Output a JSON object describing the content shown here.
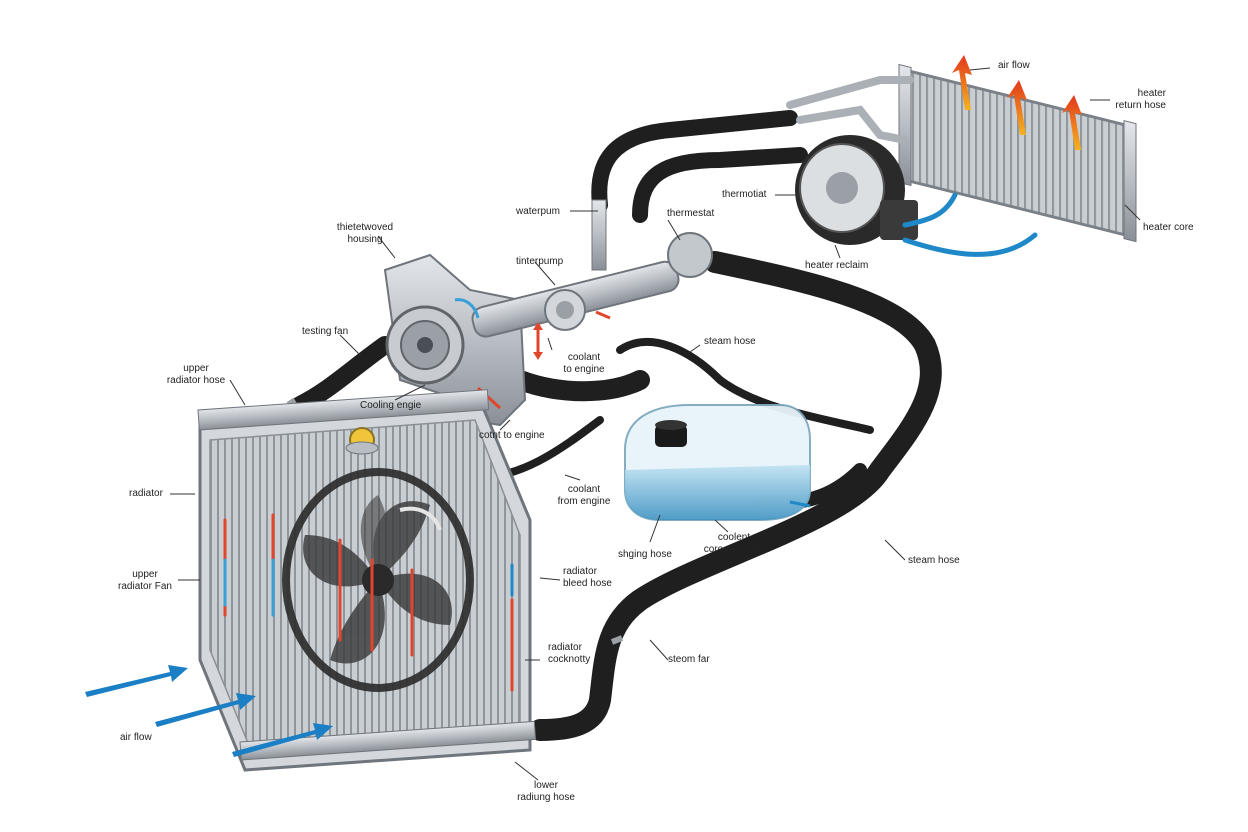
{
  "labels": {
    "air_flow_top": "air flow",
    "heater_return_hose": "heater\nreturn hose",
    "heater_core": "heater core",
    "thermostat_right": "thermotiat",
    "heater_reclaim": "heater reclaim",
    "waterpump_top": "waterpum",
    "thermostat_mid": "thermestat",
    "thermostat_housing": "thietetwoved\nhousing",
    "water_pump_mid": "tinterpump",
    "testing_fan": "testing fan",
    "coolant_to_engine_mid": "coolant\nto engine",
    "steam_hose_upper": "steam hose",
    "upper_radiator_hose": "upper\nradiator hose",
    "cooling_engine": "Cooling engie",
    "coolant_to_engine_low": "cotnt to engine",
    "coolant_from_engine": "coolant\nfrom engine",
    "radiator": "radiator",
    "swing_hose": "shging hose",
    "coolant_reservoir": "coolent\ncoroon rsrchs",
    "steam_hose_right": "steam hose",
    "upper_radiator_fan": "upper\nradiator Fan",
    "radiator_bleed_hose": "radiator\nbleed hose",
    "radiator_cock": "radiator\ncocknotty",
    "steam_fan": "steom far",
    "air_flow_left": "air flow",
    "lower_radiator_hose": "lower\nradiung hose"
  },
  "colors": {
    "hose": "#1f1f1f",
    "metal": "#b9bec4",
    "metal_dark": "#6f757c",
    "coolant": "#6fb3d6",
    "hot": "#e0462b",
    "cold": "#1e88c8",
    "flow_arrow": "#1a7fc4"
  },
  "icons": {
    "radiator": "radiator-icon",
    "fan": "fan-icon",
    "reservoir": "coolant-reservoir-icon",
    "heater_core": "heater-core-icon",
    "blower": "blower-motor-icon",
    "water_pump": "water-pump-icon"
  }
}
